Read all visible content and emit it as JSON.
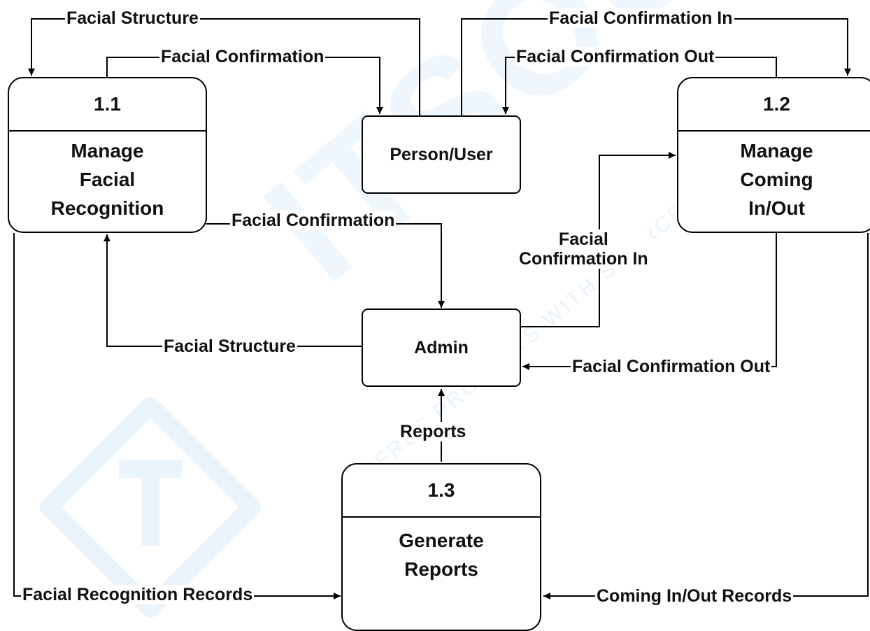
{
  "processes": [
    {
      "id": "1.1",
      "name": "Manage\nFacial\nRecognition"
    },
    {
      "id": "1.2",
      "name": "Manage\nComing\nIn/Out"
    },
    {
      "id": "1.3",
      "name": "Generate\nReports"
    }
  ],
  "entities": {
    "person": "Person/User",
    "admin": "Admin"
  },
  "flows": {
    "f1": "Facial Structure",
    "f2": "Facial Confirmation",
    "f3": "Facial Confirmation In",
    "f4": "Facial Confirmation Out",
    "f5": "Facial Confirmation",
    "f6": "Facial\nConfirmation In",
    "f7": "Facial Structure",
    "f8": "Facial Confirmation Out",
    "f9": "Reports",
    "f10": "Facial Recognition Records",
    "f11": "Coming In/Out Records"
  },
  "watermark": {
    "main": "ITSOURCECODE",
    "sub": "FREE PROJECTS WITH SOURCE CODE",
    "logo": "itsc-logo-icon"
  }
}
